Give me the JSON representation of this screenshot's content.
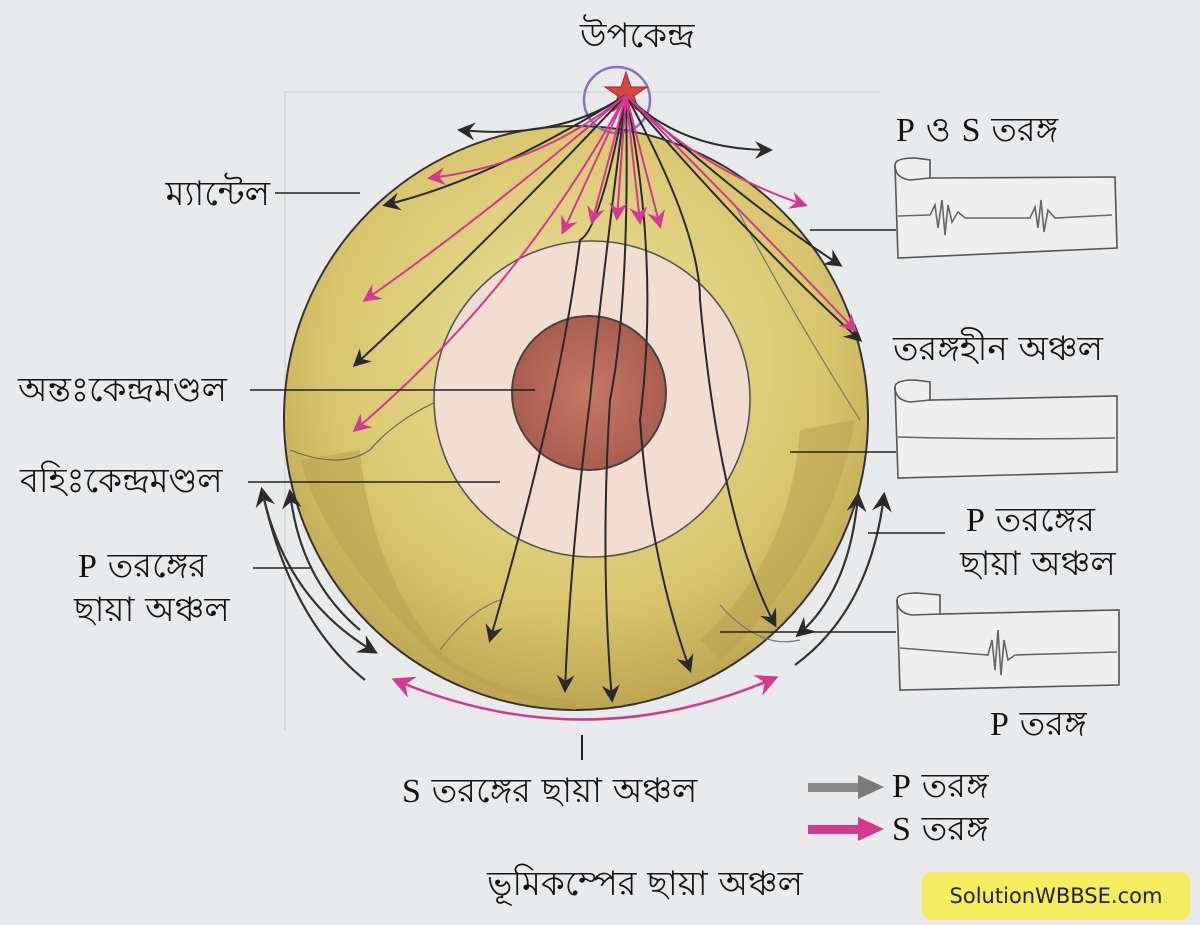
{
  "title": "ভূমিকম্পের ছায়া অঞ্চল",
  "epicenter": {
    "label": "উপকেন্দ্র",
    "icon": "star-icon",
    "color": "#d9453f",
    "ring_color": "#8c6fc0"
  },
  "layers": {
    "mantle": {
      "label": "ম্যান্টেল",
      "color": "#d9c56b"
    },
    "inner_core": {
      "label": "অন্তঃকেন্দ্রমণ্ডল",
      "color": "#b96a5a"
    },
    "outer_core": {
      "label": "বহিঃকেন্দ্রমণ্ডল",
      "color": "#f2ddd0"
    }
  },
  "left_shadow": {
    "latin": "P",
    "line1": "তরঙ্গের",
    "line2": "ছায়া অঞ্চল"
  },
  "right_shadow": {
    "latin": "P",
    "line1": "তরঙ্গের",
    "line2": "ছায়া অঞ্চল"
  },
  "s_shadow": {
    "latin": "S",
    "text": "তরঙ্গের ছায়া অঞ্চল"
  },
  "seismograms": [
    {
      "title_latin_a": "P",
      "title_mid": "ও",
      "title_latin_b": "S",
      "title_text": "তরঙ্গ",
      "trace": "P and S wave bursts"
    },
    {
      "title_text": "তরঙ্গহীন অঞ্চল",
      "trace": "flat line"
    },
    {
      "title_latin_a": "P",
      "title_text": "তরঙ্গ",
      "trace": "P wave burst only"
    }
  ],
  "legend": [
    {
      "latin": "P",
      "text": "তরঙ্গ",
      "color": "#4a4a4a",
      "icon": "arrow-right-icon"
    },
    {
      "latin": "S",
      "text": "তরঙ্গ",
      "color": "#d2398f",
      "icon": "arrow-right-icon"
    }
  ],
  "watermark": "SolutionWBBSE.com"
}
